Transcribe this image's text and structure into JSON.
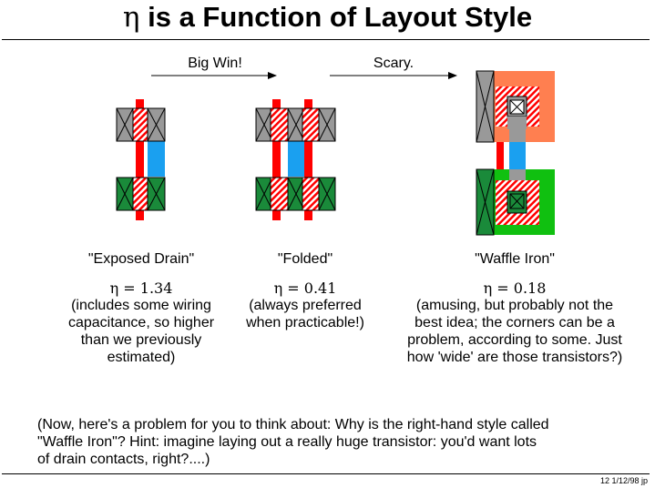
{
  "title": {
    "eta": "η",
    "rest": " is a Function of Layout Style"
  },
  "arrows": {
    "first": "Big Win!",
    "second": "Scary."
  },
  "styles": [
    {
      "name": "\"Exposed Drain\"",
      "eta_value": "η = 1.34",
      "desc": [
        "(includes some wiring",
        "capacitance, so higher",
        "than we previously",
        "estimated)"
      ]
    },
    {
      "name": "\"Folded\"",
      "eta_value": "η = 0.41",
      "desc": [
        "(always preferred",
        "when practicable!)"
      ]
    },
    {
      "name": "\"Waffle Iron\"",
      "eta_value": "η = 0.18",
      "desc": [
        "(amusing, but probably not the",
        "best idea; the corners can be a",
        "problem, according to some.  Just",
        "how 'wide' are those transistors?)"
      ]
    }
  ],
  "note": {
    "lines": [
      "(Now, here's a problem for you to think about:  Why is the right-hand style called",
      "\"Waffle Iron\"?  Hint:  imagine laying out a really huge transistor:  you'd want lots",
      "of drain contacts, right?....)"
    ]
  },
  "footer": "12  1/12/98  jp",
  "colors": {
    "pdiff": "#999999",
    "ndiff": "#1a8a3a",
    "poly": "#ff0000",
    "metal": "#1aa0f0",
    "pwell_orange": "#ff7f50",
    "nwell_green": "#10c010"
  }
}
